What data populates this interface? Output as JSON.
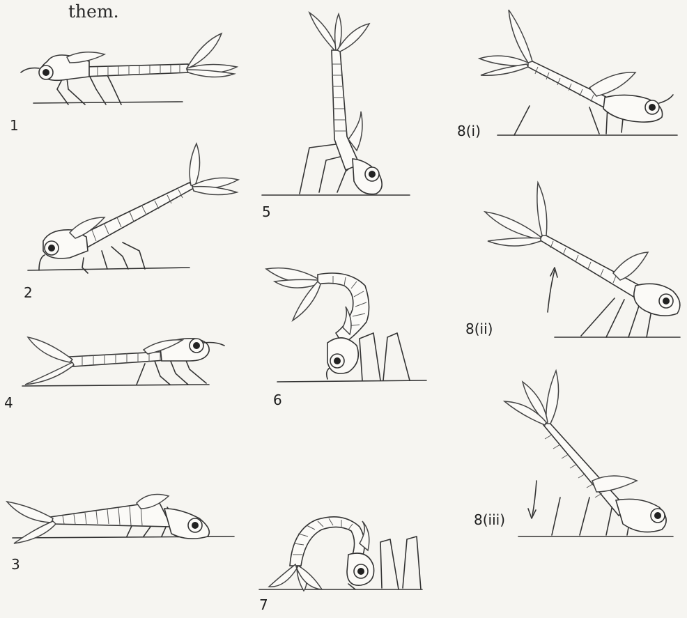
{
  "header": {
    "text": "them."
  },
  "figures": [
    {
      "id": "1",
      "label": "1"
    },
    {
      "id": "2",
      "label": "2"
    },
    {
      "id": "4",
      "label": "4"
    },
    {
      "id": "3",
      "label": "3"
    },
    {
      "id": "5",
      "label": "5"
    },
    {
      "id": "6",
      "label": "6"
    },
    {
      "id": "7",
      "label": "7"
    },
    {
      "id": "8i",
      "label": "8(i)"
    },
    {
      "id": "8ii",
      "label": "8(ii)"
    },
    {
      "id": "8iii",
      "label": "8(iii)"
    }
  ]
}
